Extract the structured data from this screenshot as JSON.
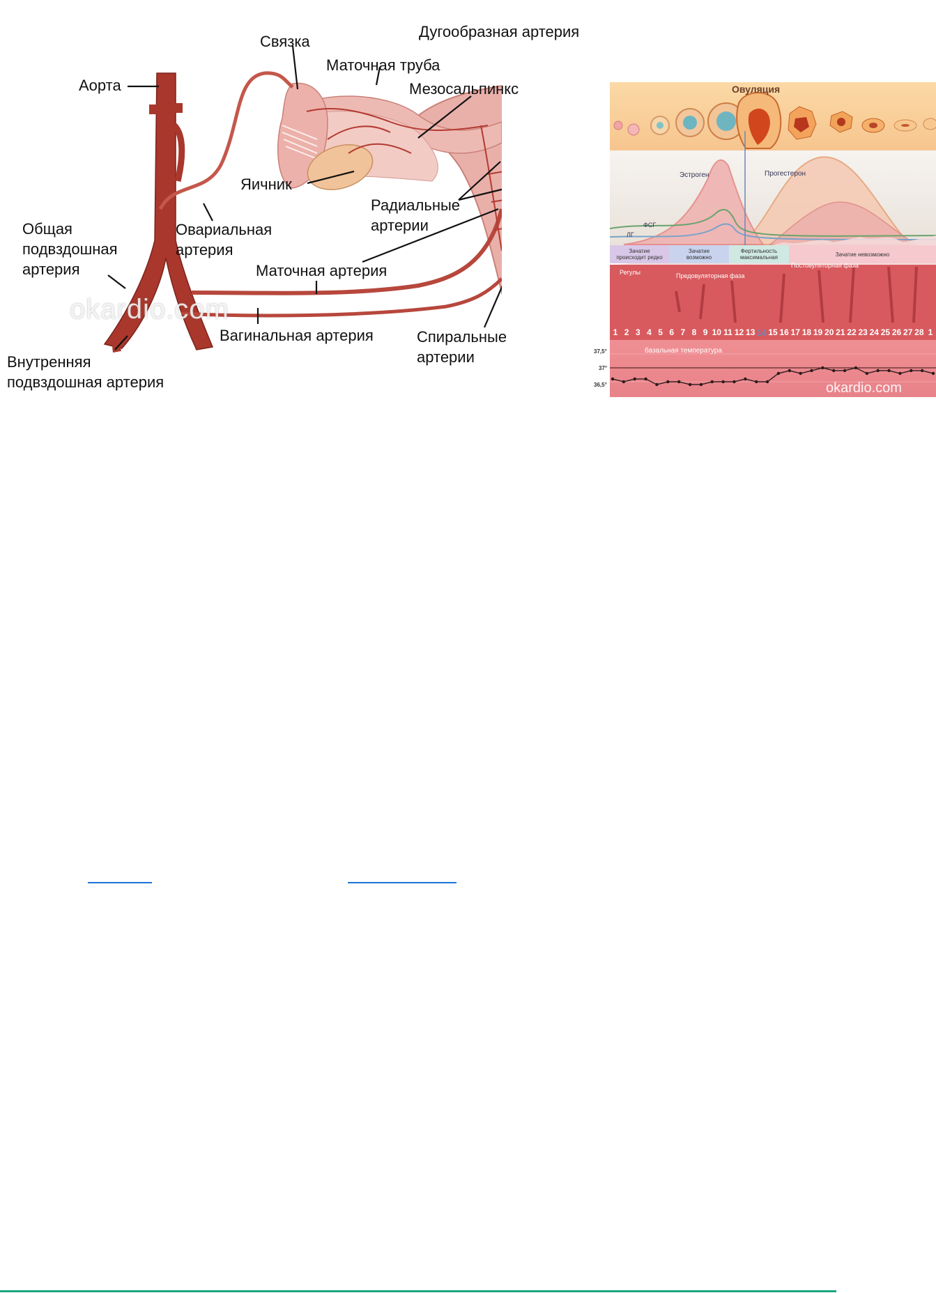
{
  "anatomy": {
    "labels": {
      "aorta": "Аорта",
      "ligament": "Связка",
      "fallopian_tube": "Маточная труба",
      "arcuate_artery": "Дугообразная артерия",
      "mesosalpinx": "Мезосальпинкс",
      "ovary": "Яичник",
      "radial_arteries": "Радиальные\nартерии",
      "ovarian_artery": "Овариальная\nартерия",
      "common_iliac": "Общая\nподвздошная\nартерия",
      "uterine_artery": "Маточная артерия",
      "vaginal_artery": "Вагинальная артерия",
      "spiral_arteries": "Спиральные\nартерии",
      "internal_iliac": "Внутренняя\nподвздошная артерия"
    },
    "watermark": "okardio.com",
    "colors": {
      "artery": "#a9372c",
      "tissue": "#e8a9a2",
      "label_line": "#111111"
    }
  },
  "cycle": {
    "ovulation_title": "Овуляция",
    "estrogen": "Эстроген",
    "progesterone": "Прогестерон",
    "fsh": "ФСГ",
    "lh": "ЛГ",
    "phase_bands": [
      {
        "label": "Зачатие\nпроисходит редко",
        "color": "#d9c7e8"
      },
      {
        "label": "Зачатие\nвозможно",
        "color": "#c9d3ee"
      },
      {
        "label": "Фертильность\nмаксимальная",
        "color": "#cfe9e2"
      },
      {
        "label": "Зачатие невозможно",
        "color": "#f6c9cf"
      }
    ],
    "menses": "Регулы",
    "preovulatory": "Предовуляторная фаза",
    "postovulatory": "Постовуляторная фаза",
    "days": [
      "1",
      "2",
      "3",
      "4",
      "5",
      "6",
      "7",
      "8",
      "9",
      "10",
      "11",
      "12",
      "13",
      "14",
      "15",
      "16",
      "17",
      "18",
      "19",
      "20",
      "21",
      "22",
      "23",
      "24",
      "25",
      "26",
      "27",
      "28",
      "1"
    ],
    "ovulation_day": "14",
    "basal_temp_label": "базальная температура",
    "temp_ticks": [
      "37,5°",
      "37°",
      "36,5°"
    ],
    "watermark": "okardio.com",
    "basal_temperature": [
      36.6,
      36.5,
      36.6,
      36.6,
      36.4,
      36.5,
      36.5,
      36.4,
      36.4,
      36.5,
      36.5,
      36.5,
      36.6,
      36.5,
      36.5,
      36.8,
      36.9,
      36.8,
      36.9,
      37.0,
      36.9,
      36.9,
      37.0,
      36.8,
      36.9,
      36.9,
      36.8,
      36.9,
      36.9,
      36.8
    ],
    "colors": {
      "estrogen": "#e58a86",
      "progesterone": "#e5a47a",
      "fsh": "#6aa36d",
      "lh": "#7aa3c9",
      "endometrium": "#d85a5e"
    }
  },
  "footer": {
    "link_colors": [
      "#1a73d6"
    ],
    "bar_color": "#1aa680"
  }
}
